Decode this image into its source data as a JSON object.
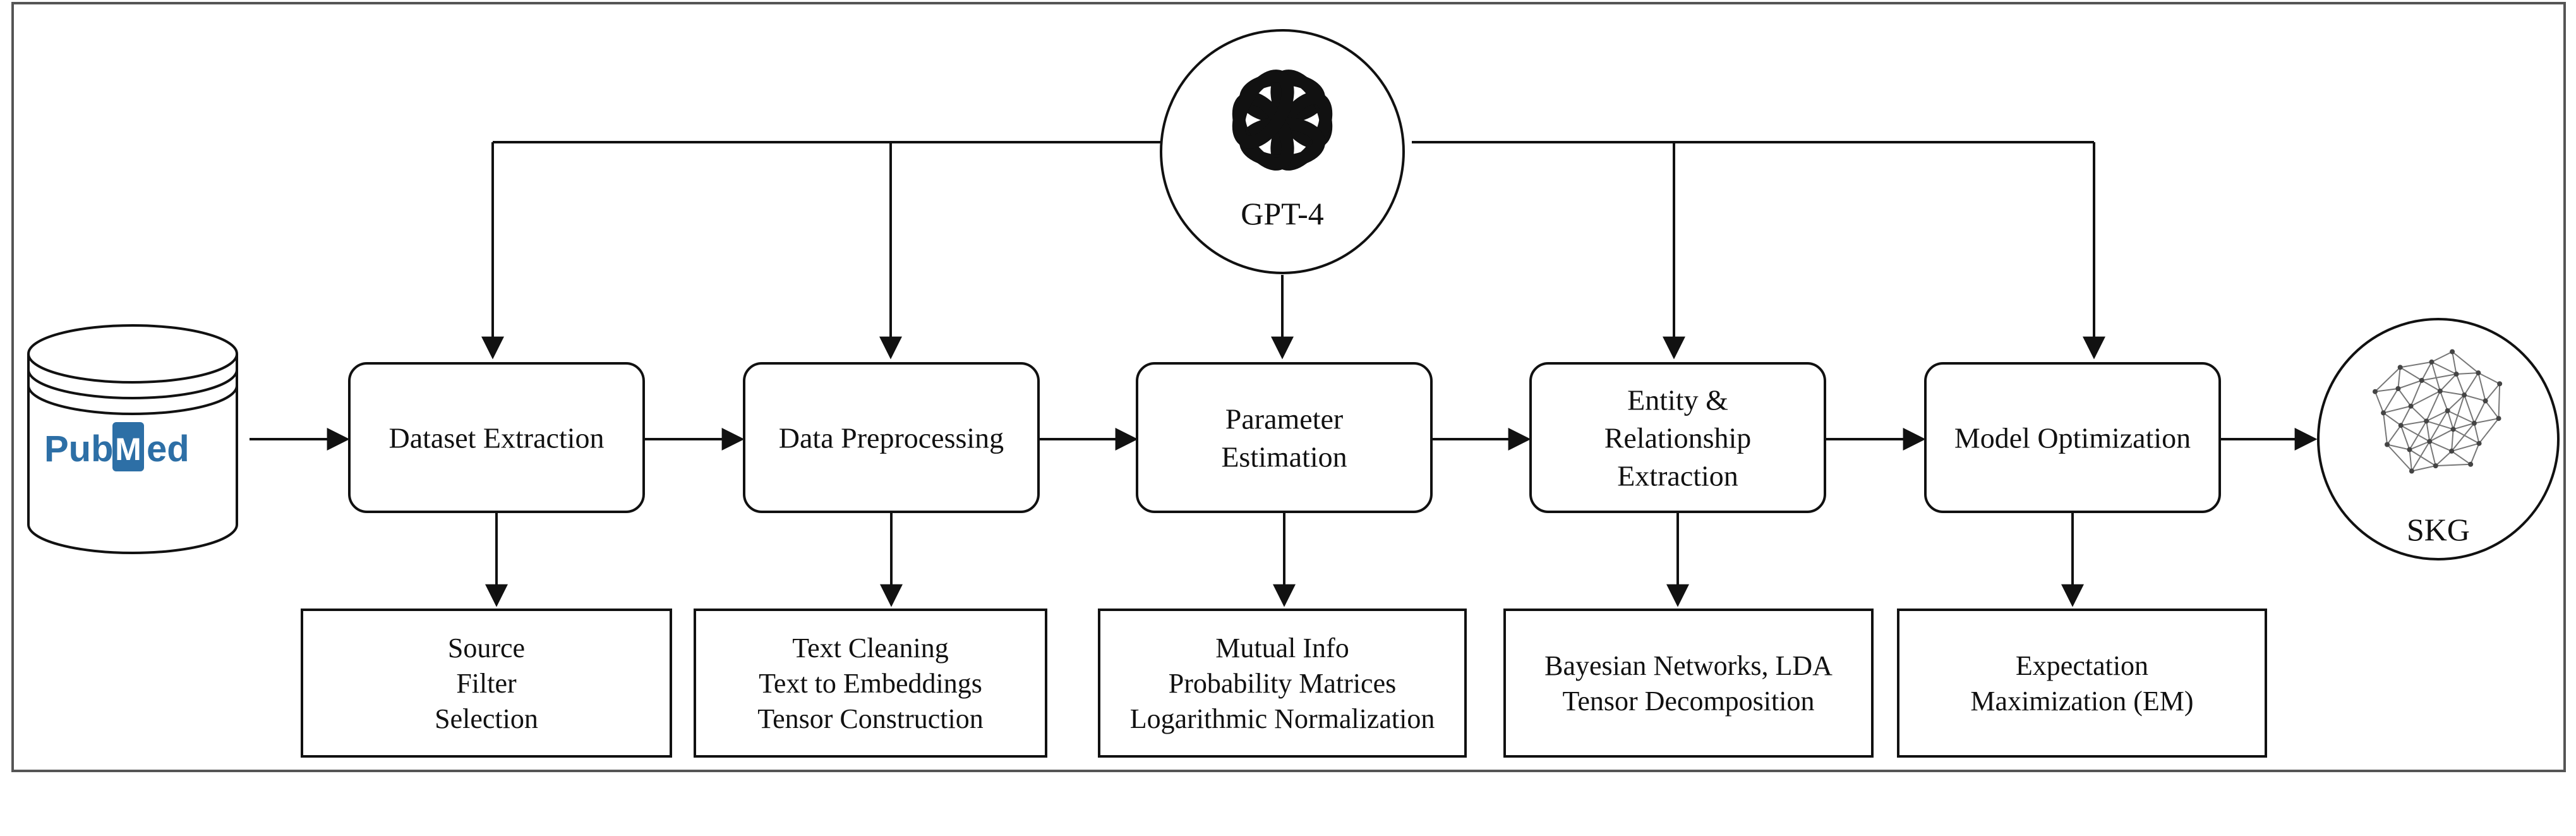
{
  "center_node": {
    "label": "GPT-4",
    "icon": "openai-logo-icon"
  },
  "source": {
    "logo_left": "Pub",
    "logo_mark": "M",
    "logo_right": "ed",
    "icon": "database-icon",
    "colors": {
      "pub": "#2d6fa6",
      "med": "#2d6fa6",
      "mark_bg": "#2d6fa6"
    }
  },
  "output": {
    "label": "SKG",
    "icon": "network-sphere-icon"
  },
  "stages": [
    {
      "label_lines": [
        "Dataset Extraction"
      ],
      "details": [
        "Source",
        "Filter",
        "Selection"
      ]
    },
    {
      "label_lines": [
        "Data Preprocessing"
      ],
      "details": [
        "Text Cleaning",
        "Text to Embeddings",
        "Tensor Construction"
      ]
    },
    {
      "label_lines": [
        "Parameter",
        "Estimation"
      ],
      "details": [
        "Mutual Info",
        "Probability Matrices",
        "Logarithmic Normalization"
      ]
    },
    {
      "label_lines": [
        "Entity &",
        "Relationship",
        "Extraction"
      ],
      "details": [
        "Bayesian Networks, LDA",
        "Tensor Decomposition"
      ]
    },
    {
      "label_lines": [
        "Model Optimization"
      ],
      "details": [
        "Expectation",
        "Maximization (EM)"
      ]
    }
  ]
}
